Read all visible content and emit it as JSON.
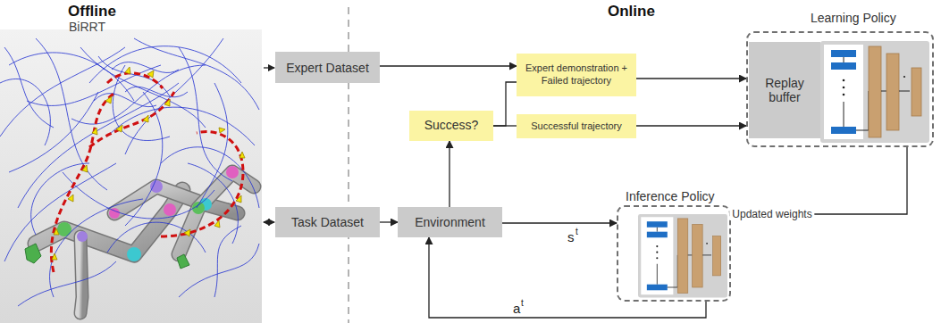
{
  "diagram": {
    "nodes": [
      {
        "text": [
          "Expert Dataset"
        ]
      },
      {
        "text": [
          "Task Dataset"
        ]
      },
      {
        "text": [
          "Environment"
        ]
      },
      {
        "text": [
          "Success?"
        ]
      },
      {
        "text": [
          "Expert demonstration + Failed trajectory"
        ]
      },
      {
        "text": [
          "Successful trajectory"
        ]
      },
      {
        "text": [
          "Learning Policy"
        ]
      },
      {
        "text": [
          "Replay buffer"
        ],
        "in": 6
      },
      {
        "text": [
          "Inference Policy"
        ]
      }
    ],
    "edges": [
      {
        "from": 1,
        "to": 2,
        "arrow": "to"
      },
      {
        "from": 2,
        "to": 3,
        "arrow": "to"
      },
      {
        "from": 0,
        "to": 4,
        "arrow": "to"
      },
      {
        "from": 3,
        "to": 4,
        "arrow": "none"
      },
      {
        "from": 3,
        "to": 5,
        "arrow": "none"
      },
      {
        "from": 4,
        "to": 6,
        "arrow": "to"
      },
      {
        "from": 5,
        "to": 6,
        "arrow": "to"
      },
      {
        "from": 6,
        "to": 8,
        "label": "Updated weights",
        "arrow": "to"
      },
      {
        "from": 2,
        "to": 8,
        "arrow": "to"
      },
      {
        "from": 8,
        "to": 2,
        "arrow": "to"
      }
    ],
    "labels": [
      "Offline",
      "BiRRT",
      "Online",
      "s",
      "t",
      "a",
      "t"
    ]
  }
}
